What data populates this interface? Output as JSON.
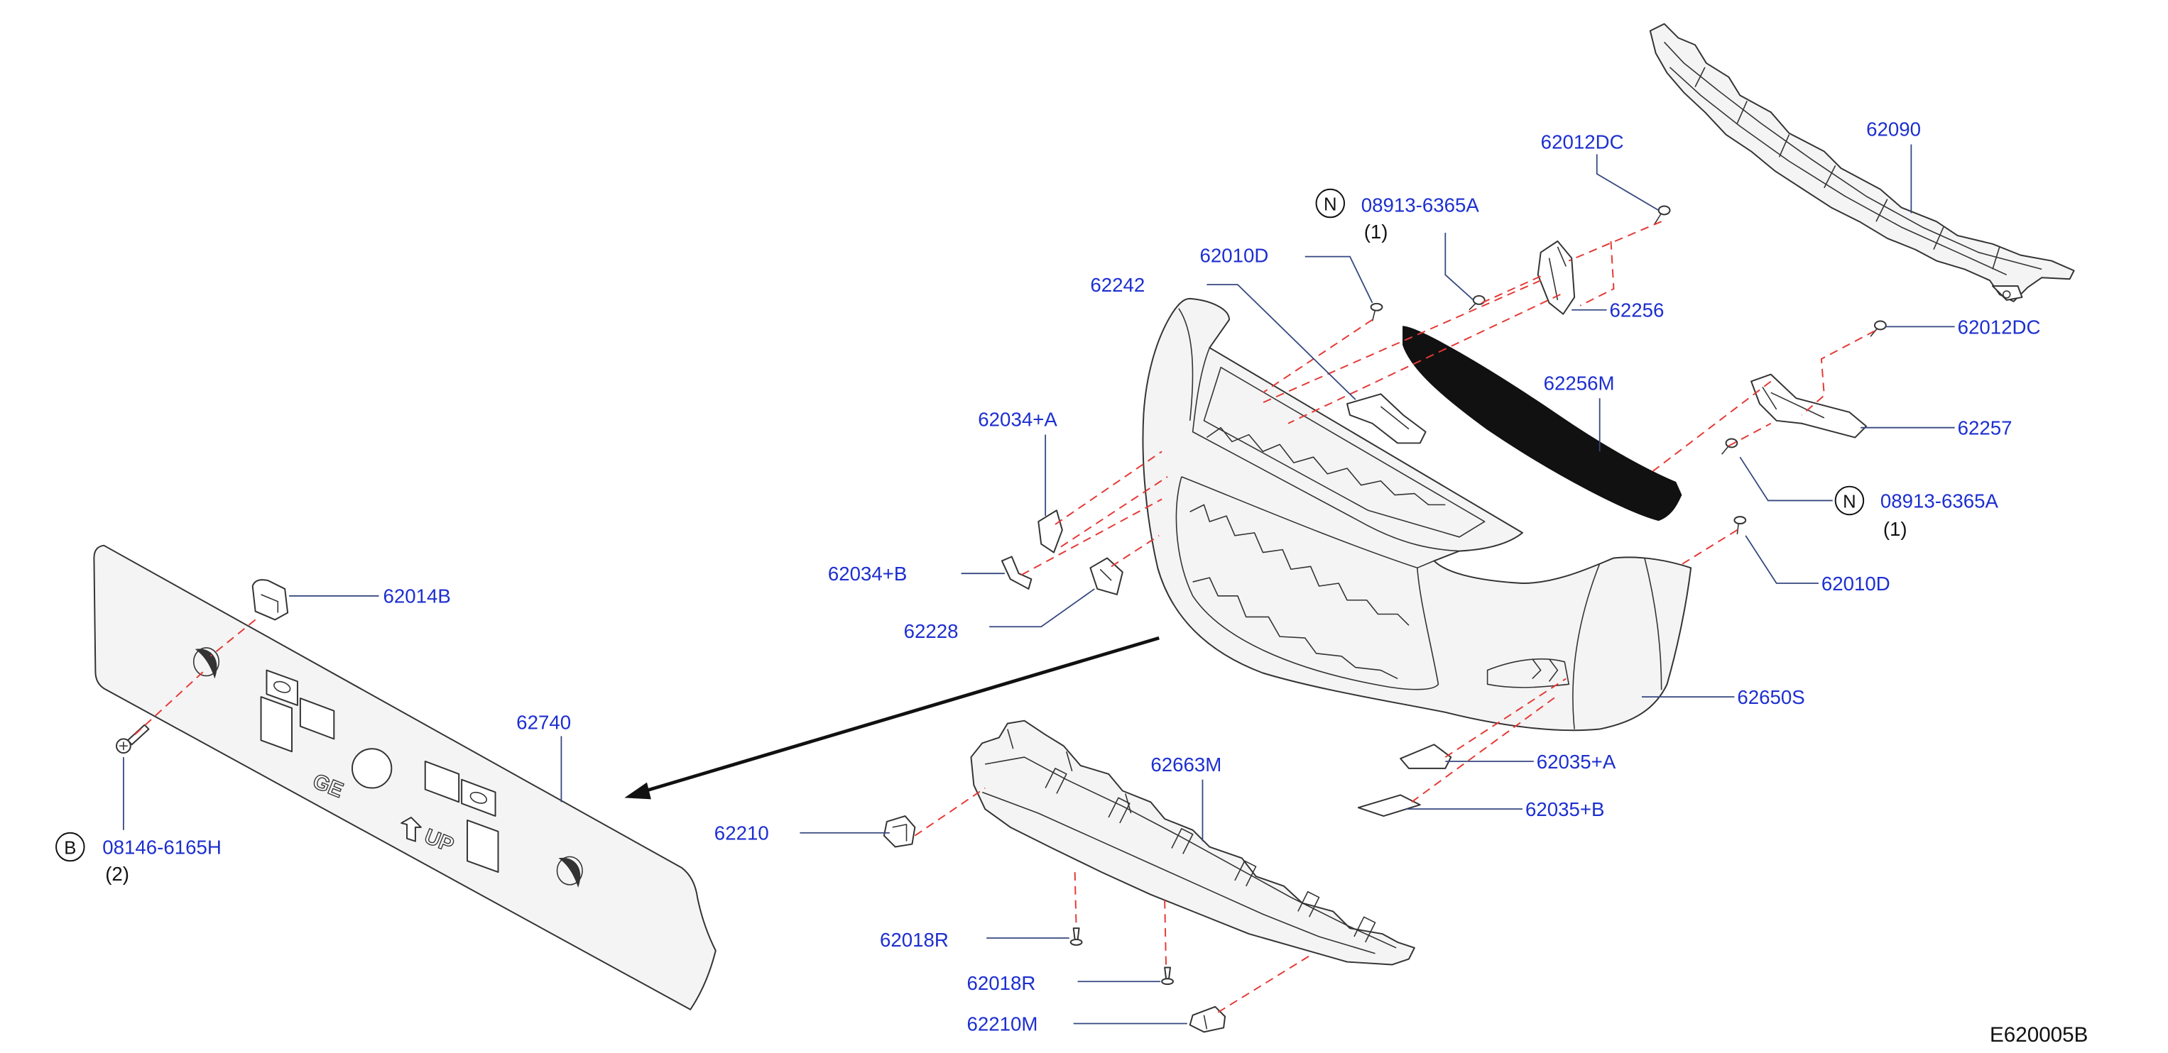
{
  "diagram": {
    "code": "E620005B",
    "colors": {
      "callout_text": "#1d2fd0",
      "leader_line": "#34477f",
      "assembly_line": "#e53935",
      "part_outline": "#333333",
      "seal_strip": "#111111",
      "arrow": "#111111"
    }
  },
  "callouts": [
    {
      "part_no": "62090"
    },
    {
      "part_no": "62012DC"
    },
    {
      "part_no": "08913-6365A",
      "symbol": "N",
      "qty": "(1)"
    },
    {
      "part_no": "62010D"
    },
    {
      "part_no": "62242"
    },
    {
      "part_no": "62256"
    },
    {
      "part_no": "62012DC"
    },
    {
      "part_no": "62256M"
    },
    {
      "part_no": "62034+A"
    },
    {
      "part_no": "62257"
    },
    {
      "part_no": "08913-6365A",
      "symbol": "N",
      "qty": "(1)"
    },
    {
      "part_no": "62034+B"
    },
    {
      "part_no": "62010D"
    },
    {
      "part_no": "62014B"
    },
    {
      "part_no": "62228"
    },
    {
      "part_no": "62650S"
    },
    {
      "part_no": "62740"
    },
    {
      "part_no": "62663M"
    },
    {
      "part_no": "62035+A"
    },
    {
      "part_no": "62035+B"
    },
    {
      "part_no": "62210"
    },
    {
      "part_no": "08146-6165H",
      "symbol": "B",
      "qty": "(2)"
    },
    {
      "part_no": "62018R"
    },
    {
      "part_no": "62018R"
    },
    {
      "part_no": "62210M"
    }
  ],
  "plate_markings": {
    "left": "GE",
    "right": "UP"
  }
}
